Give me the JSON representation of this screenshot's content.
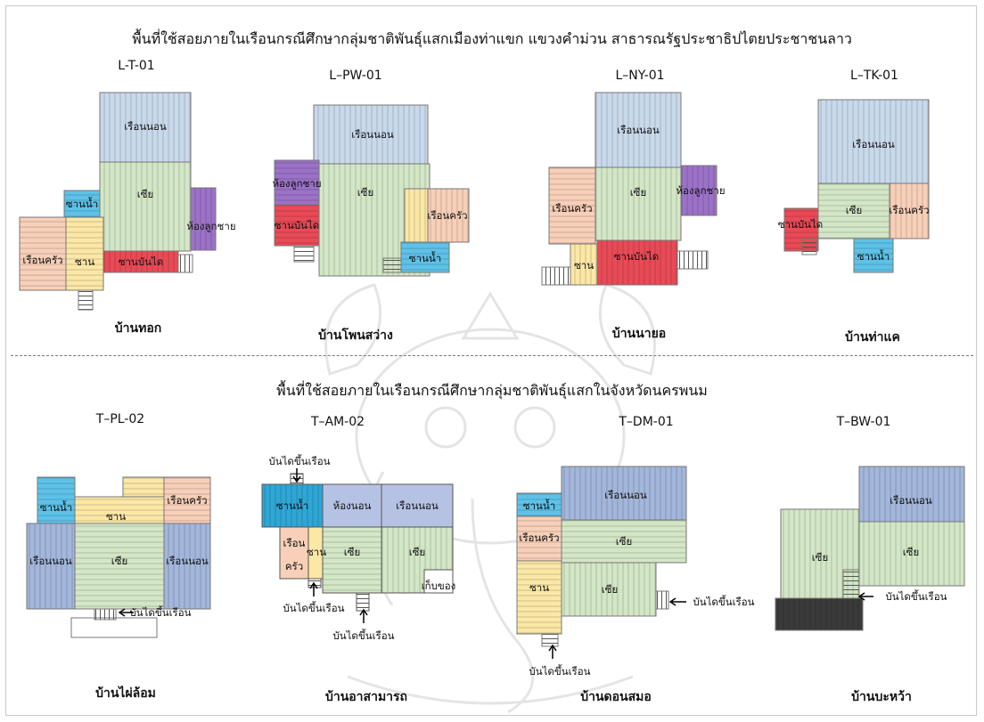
{
  "title_top": "พื้นที่ใช้สอยภายในเรือนกรณีศึกษากลุ่มชาติพันธุ์แสกเมืองท่าแขก แขวงคำม่วน สาธารณรัฐประชาธิปไตยประชาชนลาว",
  "title_bottom": "พื้นที่ใช้สอยภายในเรือนกรณีศึกษากลุ่มชาติพันธุ์แสกในจังหวัดนครพนม",
  "colors": {
    "bedroom": "#c9d9ec",
    "hall": "#d3e6c6",
    "water": "#5ec2e8",
    "porch": "#fbe7a6",
    "kitchen": "#f8cfb8",
    "stairs": "#e84a56",
    "son_room": "#9b72c7",
    "bedroom_dark": "#a3b6db"
  },
  "top_row": [
    {
      "code": "L-T-01",
      "house": "บ้านทอก",
      "rooms": {
        "bedroom": "เรือนนอน",
        "hall": "เซีย",
        "water": "ซานน้ำ",
        "son_room": "ห้องลูกชาย",
        "kitchen": "เรือนครัว",
        "porch": "ซาน",
        "stairs": "ซานบันได"
      }
    },
    {
      "code": "L–PW-01",
      "house": "บ้านโพนสว่าง",
      "rooms": {
        "bedroom": "เรือนนอน",
        "son_room": "ห้องลูกชาย",
        "hall": "เซีย",
        "stairs": "ซานบันได",
        "kitchen": "เรือนครัว",
        "water": "ซานน้ำ"
      }
    },
    {
      "code": "L–NY-01",
      "house": "บ้านนายอ",
      "rooms": {
        "bedroom": "เรือนนอน",
        "kitchen": "เรือนครัว",
        "hall": "เซีย",
        "son_room": "ห้องลูกชาย",
        "porch": "ซาน",
        "stairs": "ซานบันได"
      }
    },
    {
      "code": "L–TK-01",
      "house": "บ้านท่าแค",
      "rooms": {
        "bedroom": "เรือนนอน",
        "stairs": "ซานบันได",
        "hall": "เซีย",
        "kitchen": "เรือนครัว",
        "water": "ซานน้ำ"
      }
    }
  ],
  "bottom_row": [
    {
      "code": "T–PL-02",
      "house": "บ้านไผ่ล้อม",
      "rooms": {
        "water": "ซานน้ำ",
        "porch": "ซาน",
        "kitchen": "เรือนครัว",
        "bedroom_l": "เรือนนอน",
        "hall": "เซีย",
        "bedroom_r": "เรือนนอน"
      },
      "annotations": [
        "บันไดขึ้นเรือน"
      ]
    },
    {
      "code": "T–AM-02",
      "house": "บ้านอาสามารถ",
      "rooms": {
        "water": "ซานน้ำ",
        "room": "ห้องนอน",
        "bedroom": "เรือนนอน",
        "kitchen_1": "เรือน",
        "kitchen_2": "ครัว",
        "porch": "ซาน",
        "hall_1": "เซีย",
        "hall_2": "เซีย",
        "storage": "เก็บของ"
      },
      "annotations": [
        "บันไดขึ้นเรือน",
        "บันไดขึ้นเรือน",
        "บันไดขึ้นเรือน"
      ]
    },
    {
      "code": "T–DM-01",
      "house": "บ้านดอนสมอ",
      "rooms": {
        "water": "ซานน้ำ",
        "bedroom": "เรือนนอน",
        "kitchen": "เรือนครัว",
        "hall_1": "เซีย",
        "porch": "ซาน",
        "hall_2": "เซีย"
      },
      "annotations": [
        "บันไดขึ้นเรือน",
        "บันไดขึ้นเรือน"
      ]
    },
    {
      "code": "T–BW-01",
      "house": "บ้านบะหว้า",
      "rooms": {
        "bedroom": "เรือนนอน",
        "hall_1": "เซีย",
        "hall_2": "เซีย"
      },
      "annotations": [
        "บันไดขึ้นเรือน"
      ]
    }
  ]
}
